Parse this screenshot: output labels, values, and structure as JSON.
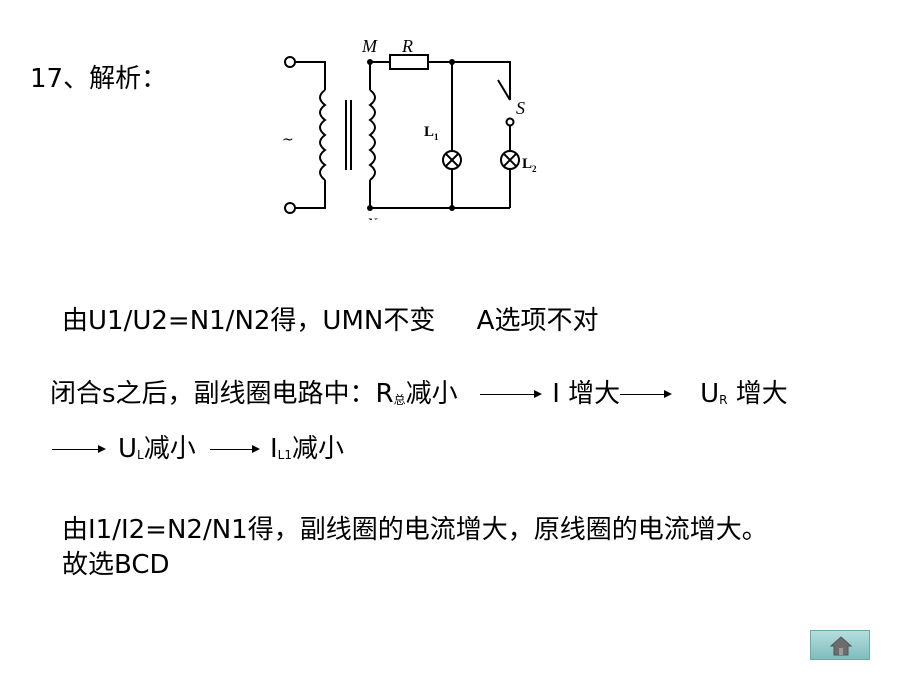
{
  "heading": "17、解析：",
  "circuit": {
    "label_m": "M",
    "label_r": "R",
    "label_s": "S",
    "label_l1": "L",
    "label_l1_sub": "1",
    "label_l2": "L",
    "label_l2_sub": "2",
    "label_n": "N",
    "label_ac": "~"
  },
  "line1": "由U1/U2=N1/N2得，UMN不变     A选项不对",
  "line2": {
    "a": "闭合s之后，副线圈电路中：R",
    "a_sub": "总",
    "b": "减小",
    "c": "I 增大",
    "d": "U",
    "d_sub": "R",
    "e": " 增大"
  },
  "line3": {
    "a": "U",
    "a_sub": "L",
    "b": "减小",
    "c": "I",
    "c_sub": "L1",
    "d": "减小"
  },
  "line4": "由I1/I2=N2/N1得，副线圈的电流增大，原线圈的电流增大。",
  "line5": "故选BCD"
}
